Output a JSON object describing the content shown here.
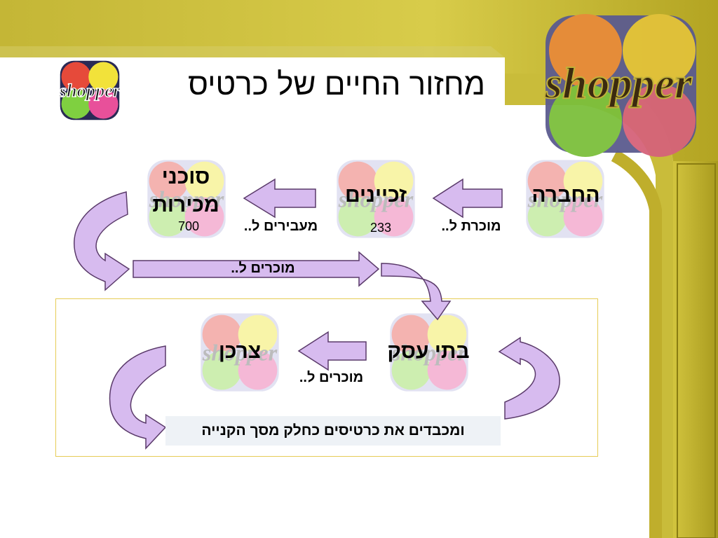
{
  "title": "מחזור החיים של כרטיס",
  "brand": {
    "logo_text": "shopper"
  },
  "colors": {
    "frame": "#b8a82a",
    "arrow_fill": "#d7bbef",
    "arrow_stroke": "#5a3a6a",
    "box_border": "#e6cc55"
  },
  "nodes": [
    {
      "label": "החברה"
    },
    {
      "label": "זכיינים",
      "count": "233"
    },
    {
      "label": "סוכני מכירות",
      "line1": "סוכני",
      "line2": "מכירות",
      "count": "700"
    },
    {
      "label": "בתי עסק"
    },
    {
      "label": "צרכן"
    }
  ],
  "edges": [
    {
      "label": "מוכרת ל.."
    },
    {
      "label": "מעבירים ל.."
    },
    {
      "label": "מוכרים ל.."
    },
    {
      "label": "מוכרים ל.."
    }
  ],
  "caption": "ומכבדים את כרטיסים כחלק מסך הקנייה"
}
